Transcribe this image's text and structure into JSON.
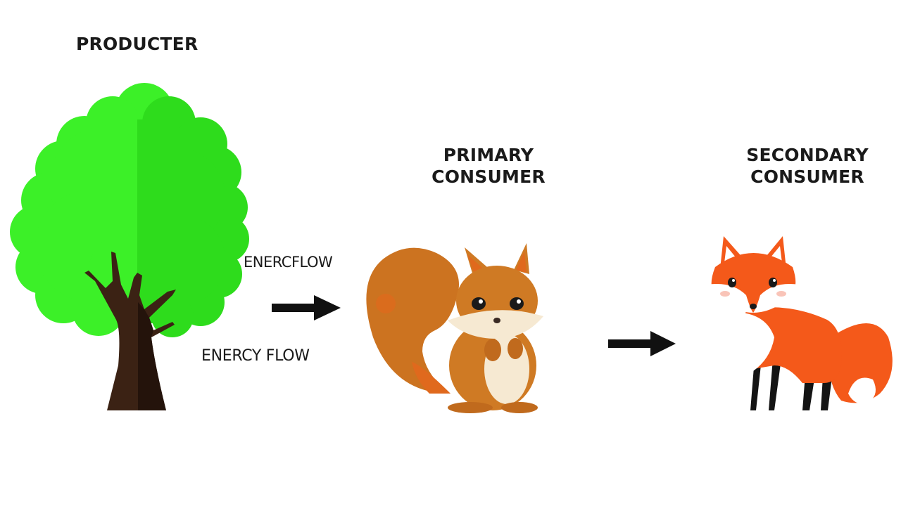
{
  "diagram": {
    "nodes": [
      {
        "id": "producer",
        "label": "PRODUCTER",
        "icon": "tree-icon"
      },
      {
        "id": "primary",
        "label_line1": "PRIMARY",
        "label_line2": "CONSUMER",
        "icon": "squirrel-icon"
      },
      {
        "id": "secondary",
        "label_line1": "SECONDARY",
        "label_line2": "CONSUMER",
        "icon": "fox-icon"
      }
    ],
    "edges": [
      {
        "from": "producer",
        "to": "primary",
        "labels": [
          "ENERCFLOW",
          "ENERCY FLOW"
        ]
      },
      {
        "from": "primary",
        "to": "secondary"
      }
    ]
  },
  "colors": {
    "tree_leaves": "#33ee1f",
    "tree_trunk": "#3b2214",
    "squirrel": "#cf7a24",
    "fox": "#f4591a",
    "arrow": "#111111"
  }
}
